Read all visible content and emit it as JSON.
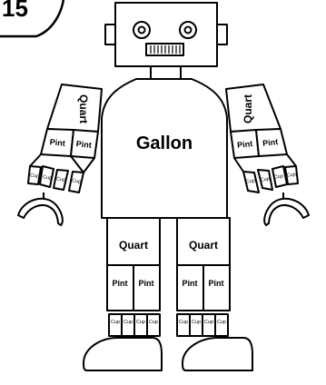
{
  "badge": {
    "number": "15"
  },
  "robot": {
    "head_grille": "|||||||||",
    "body": {
      "label": "Gallon"
    },
    "left_arm": {
      "quart": "Quart",
      "pints": [
        "Pint",
        "Pint"
      ],
      "cups": [
        "Cup",
        "Cup",
        "Cup",
        "Cup"
      ]
    },
    "right_arm": {
      "quart": "Quart",
      "pints": [
        "Pint",
        "Pint"
      ],
      "cups": [
        "Cup",
        "Cup",
        "Cup",
        "Cup"
      ]
    },
    "left_leg": {
      "quart": "Quart",
      "pints": [
        "Pint",
        "Pint"
      ],
      "cups": [
        "Cup",
        "Cup",
        "Cup",
        "Cup"
      ]
    },
    "right_leg": {
      "quart": "Quart",
      "pints": [
        "Pint",
        "Pint"
      ],
      "cups": [
        "Cup",
        "Cup",
        "Cup",
        "Cup"
      ]
    }
  },
  "colors": {
    "line": "#000000",
    "fill": "#ffffff"
  }
}
